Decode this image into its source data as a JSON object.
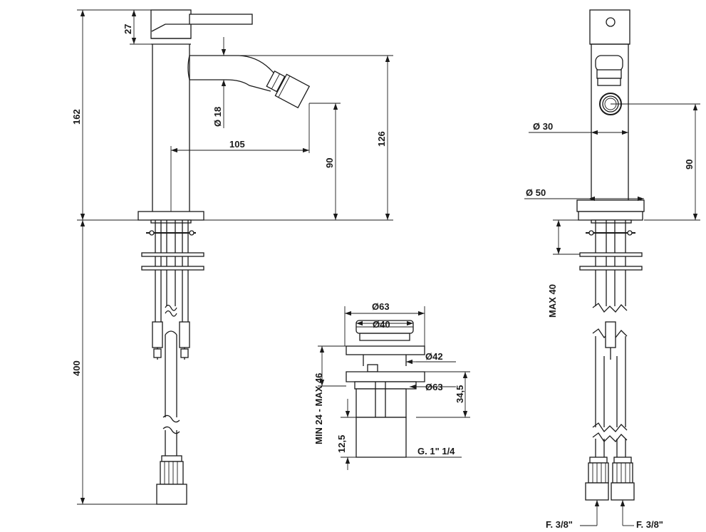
{
  "drawing": {
    "front_view": {
      "dim_27": "27",
      "dim_162": "162",
      "dim_diam_18": "Ø  18",
      "dim_105": "105",
      "dim_90": "90",
      "dim_126": "126",
      "dim_400": "400"
    },
    "side_view": {
      "dim_diam_30": "Ø   30",
      "dim_diam_50": "Ø   50",
      "dim_90": "90",
      "dim_max_40": "MAX 40",
      "conn_left": "F. 3/8\"",
      "conn_right": "F. 3/8\""
    },
    "waste_detail": {
      "dim_d63_top": "Ø63",
      "dim_d40": "Ø40",
      "dim_d42": "Ø42",
      "dim_d63_side": "Ø63",
      "dim_34_5": "34,5",
      "dim_min_max": "MIN 24 - MAX 46",
      "dim_12_5": "12,5",
      "thread": "G. 1\" 1/4"
    },
    "colors": {
      "line": "#1a1a1a",
      "background": "#ffffff"
    }
  }
}
